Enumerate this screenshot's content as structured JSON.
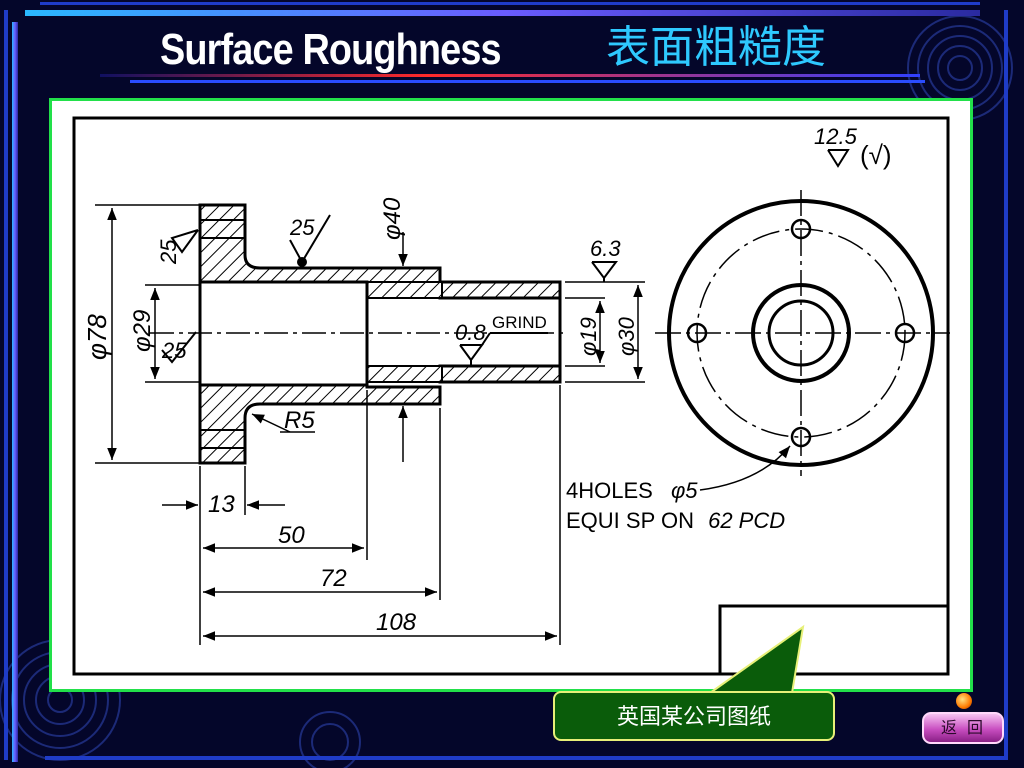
{
  "slide": {
    "title_en": "Surface Roughness",
    "title_cn": "表面粗糙度",
    "callout_text": "英国某公司图纸",
    "return_button": "返回"
  },
  "drawing": {
    "roughness_general": "12.5",
    "roughness_general_paren": "(√)",
    "roughness_25_top": "25",
    "roughness_25_flange": "25",
    "roughness_25_bore": "25",
    "roughness_6_3": "6.3",
    "roughness_0_8": "0.8",
    "grind_label": "GRIND",
    "dia_78": "φ78",
    "dia_29": "φ29",
    "dia_40": "φ40",
    "dia_19": "φ19",
    "dia_30": "φ30",
    "radius_r5": "R5",
    "dim_13": "13",
    "dim_50": "50",
    "dim_72": "72",
    "dim_108": "108",
    "holes_line1_prefix": "4HOLES",
    "holes_line1_dia": "φ5",
    "holes_line2_prefix": "EQUI  SP  ON",
    "holes_line2_value": "62 PCD"
  },
  "colors": {
    "frame_border": "#22e04a",
    "title_cn": "#2ec9ff",
    "callout_bg": "#0a5c0a",
    "callout_border": "#e7f078",
    "accent_line": "#d82020"
  }
}
